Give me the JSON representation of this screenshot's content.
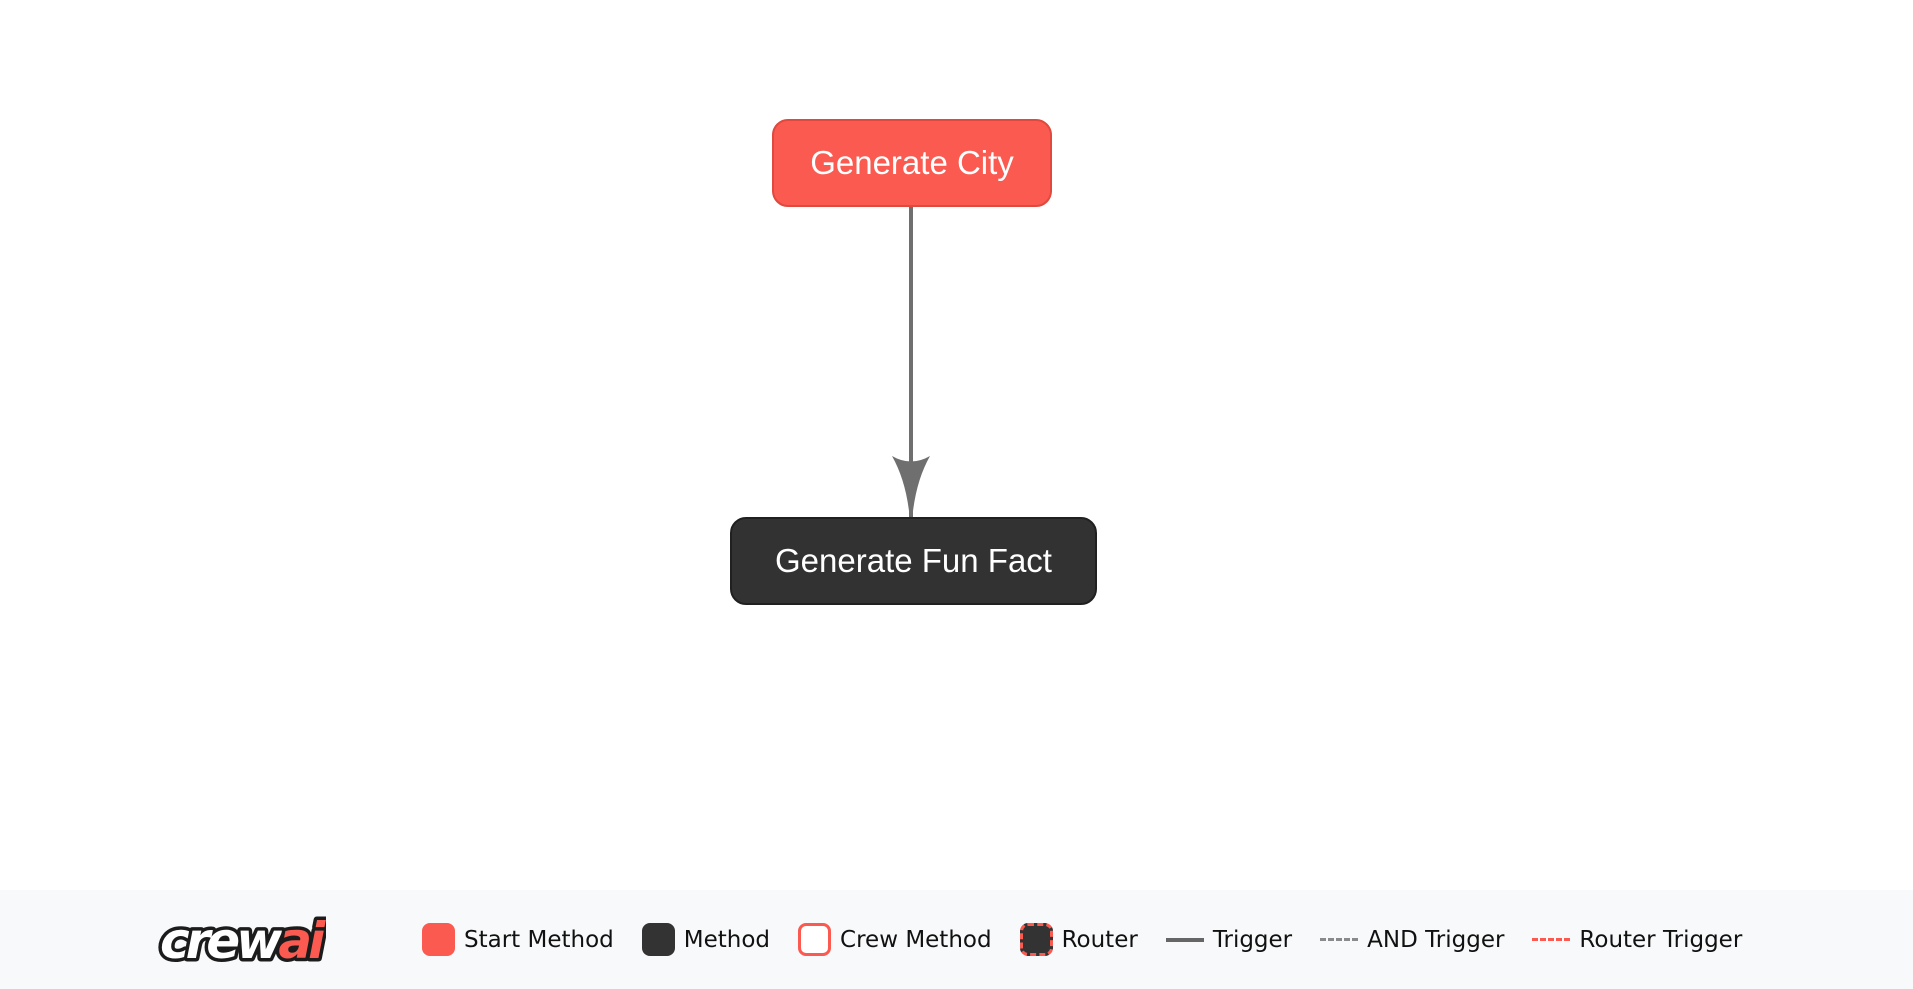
{
  "colors": {
    "accent_red": "#FA5A50",
    "method_dark": "#333333",
    "edge_gray": "#6F6F6F",
    "legend_bg": "#F8F9FA",
    "canvas_bg": "#FFFFFF",
    "node_text": "#FFFFFF",
    "legend_text": "#111111"
  },
  "flow": {
    "nodes": [
      {
        "id": "generate_city",
        "label": "Generate City",
        "type": "start-method"
      },
      {
        "id": "generate_fun_fact",
        "label": "Generate Fun Fact",
        "type": "method"
      }
    ],
    "edges": [
      {
        "from": "generate_city",
        "to": "generate_fun_fact",
        "type": "trigger"
      }
    ]
  },
  "legend": {
    "logo": {
      "brand_prefix": "crew",
      "brand_suffix": "ai"
    },
    "items": [
      {
        "label": "Start Method",
        "swatch": "start-method-swatch"
      },
      {
        "label": "Method",
        "swatch": "method-swatch"
      },
      {
        "label": "Crew Method",
        "swatch": "crew-method-swatch"
      },
      {
        "label": "Router",
        "swatch": "router-swatch"
      },
      {
        "label": "Trigger",
        "swatch": "trigger-line"
      },
      {
        "label": "AND Trigger",
        "swatch": "and-trigger-line"
      },
      {
        "label": "Router Trigger",
        "swatch": "router-trigger-line"
      }
    ]
  }
}
